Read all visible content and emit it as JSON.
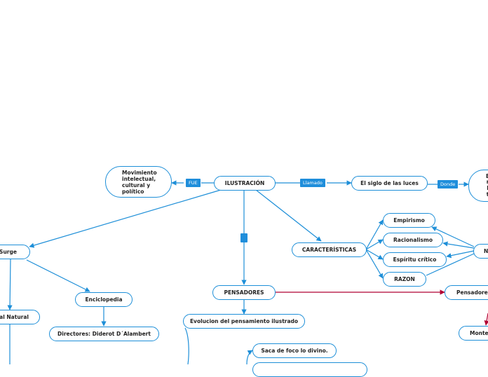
{
  "colors": {
    "accent": "#1e8fd8",
    "label_bg": "#1f8edb",
    "red_link": "#b00033",
    "text": "#222222"
  },
  "nodes": {
    "ilustracion": "ILUSTRACIÓN",
    "movimiento": "Movimiento intelectual, cultural y político",
    "siglo": "El siglo de las luces",
    "right_edge_letters": [
      "E",
      "r",
      "l",
      "t"
    ],
    "surge": "Surge",
    "natural": "ral Natural",
    "enciclopedia": "Enciclopedia",
    "directores": "Directores: Diderot D´Alambert",
    "pensadores": "PENSADORES",
    "evolucion": "Evolucion del pensamiento ilustrado",
    "saca": "Saca de foco lo divino.",
    "caracteristicas": "CARACTERÍSTICAS",
    "empirismo": "Empirismo",
    "racionalismo": "Racionalismo",
    "espiritu": "Espíritu crítico",
    "razon": "RAZON",
    "n_edge": "N",
    "pensadores_right": "Pensadores",
    "monte": "Monte"
  },
  "link_labels": {
    "fue": "FUE",
    "llamado": "Llamado",
    "donde": "Donde"
  }
}
